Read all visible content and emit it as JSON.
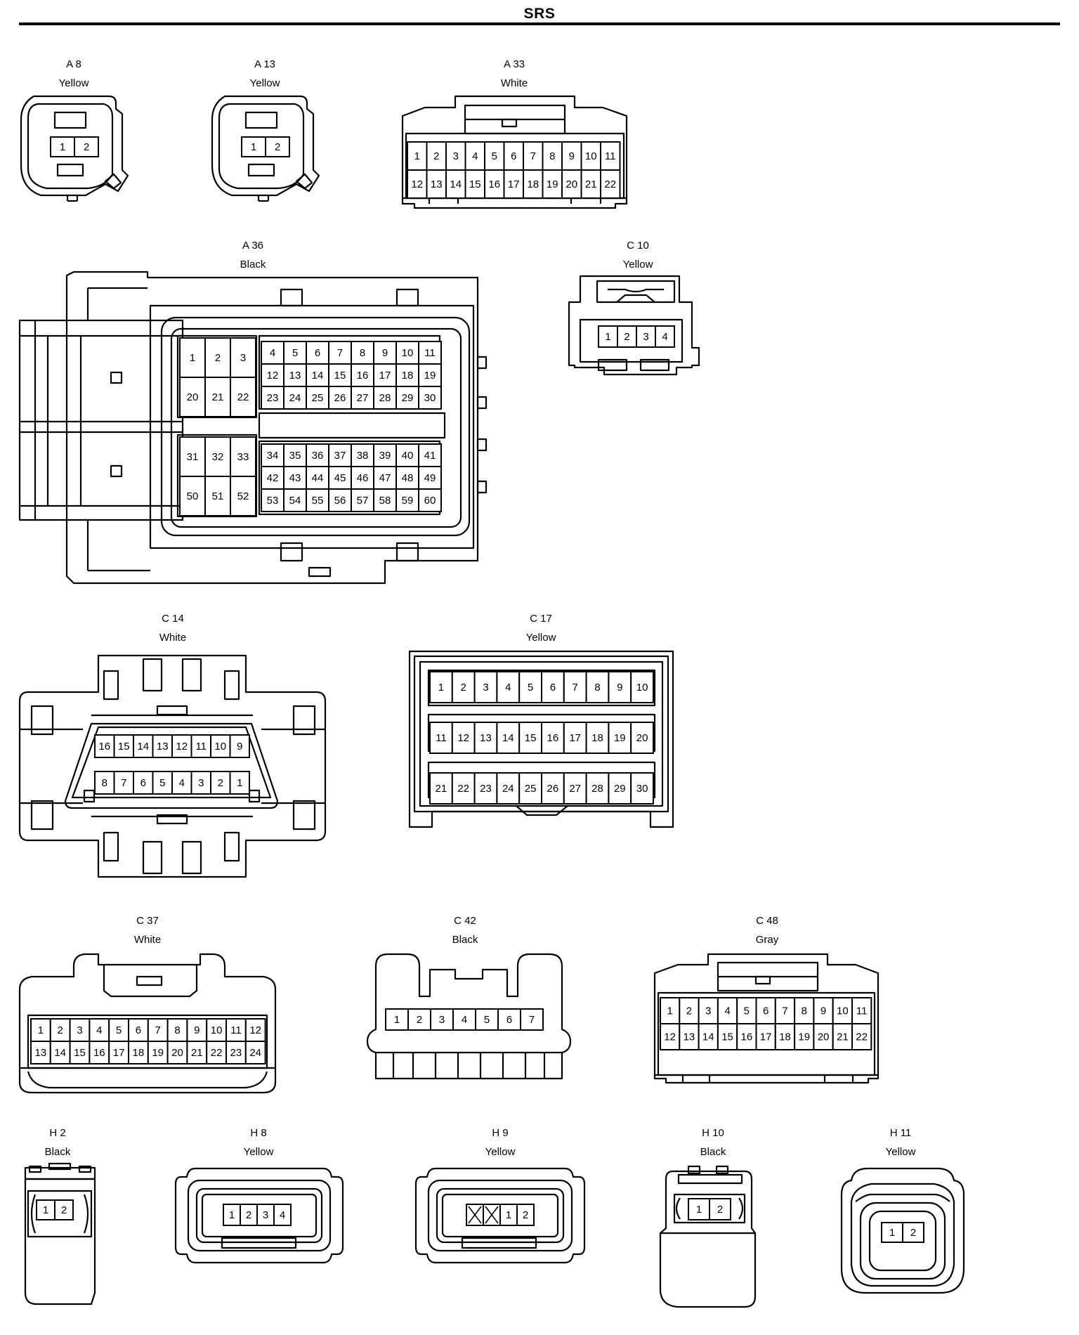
{
  "title": "SRS",
  "connectors": [
    {
      "id": "A8",
      "code": "A 8",
      "color": "Yellow",
      "pins": [
        [
          "1",
          "2"
        ]
      ]
    },
    {
      "id": "A13",
      "code": "A 13",
      "color": "Yellow",
      "pins": [
        [
          "1",
          "2"
        ]
      ]
    },
    {
      "id": "A33",
      "code": "A 33",
      "color": "White",
      "pins": [
        [
          "1",
          "2",
          "3",
          "4",
          "5",
          "6",
          "7",
          "8",
          "9",
          "10",
          "11"
        ],
        [
          "12",
          "13",
          "14",
          "15",
          "16",
          "17",
          "18",
          "19",
          "20",
          "21",
          "22"
        ]
      ]
    },
    {
      "id": "A36",
      "code": "A 36",
      "color": "Black",
      "pin_groups": [
        [
          [
            "1",
            "2",
            "3"
          ],
          [
            "20",
            "21",
            "22"
          ]
        ],
        [
          [
            "4",
            "5",
            "6",
            "7",
            "8",
            "9",
            "10",
            "11"
          ],
          [
            "12",
            "13",
            "14",
            "15",
            "16",
            "17",
            "18",
            "19"
          ],
          [
            "23",
            "24",
            "25",
            "26",
            "27",
            "28",
            "29",
            "30"
          ]
        ],
        [
          [
            "31",
            "32",
            "33"
          ],
          [
            "50",
            "51",
            "52"
          ]
        ],
        [
          [
            "34",
            "35",
            "36",
            "37",
            "38",
            "39",
            "40",
            "41"
          ],
          [
            "42",
            "43",
            "44",
            "45",
            "46",
            "47",
            "48",
            "49"
          ],
          [
            "53",
            "54",
            "55",
            "56",
            "57",
            "58",
            "59",
            "60"
          ]
        ]
      ]
    },
    {
      "id": "C10",
      "code": "C 10",
      "color": "Yellow",
      "pins": [
        [
          "1",
          "2",
          "3",
          "4"
        ]
      ]
    },
    {
      "id": "C14",
      "code": "C 14",
      "color": "White",
      "pins": [
        [
          "16",
          "15",
          "14",
          "13",
          "12",
          "11",
          "10",
          "9"
        ],
        [
          "8",
          "7",
          "6",
          "5",
          "4",
          "3",
          "2",
          "1"
        ]
      ]
    },
    {
      "id": "C17",
      "code": "C 17",
      "color": "Yellow",
      "pins": [
        [
          "1",
          "2",
          "3",
          "4",
          "5",
          "6",
          "7",
          "8",
          "9",
          "10"
        ],
        [
          "11",
          "12",
          "13",
          "14",
          "15",
          "16",
          "17",
          "18",
          "19",
          "20"
        ],
        [
          "21",
          "22",
          "23",
          "24",
          "25",
          "26",
          "27",
          "28",
          "29",
          "30"
        ]
      ]
    },
    {
      "id": "C37",
      "code": "C 37",
      "color": "White",
      "pins": [
        [
          "1",
          "2",
          "3",
          "4",
          "5",
          "6",
          "7",
          "8",
          "9",
          "10",
          "11",
          "12"
        ],
        [
          "13",
          "14",
          "15",
          "16",
          "17",
          "18",
          "19",
          "20",
          "21",
          "22",
          "23",
          "24"
        ]
      ]
    },
    {
      "id": "C42",
      "code": "C 42",
      "color": "Black",
      "pins": [
        [
          "1",
          "2",
          "3",
          "4",
          "5",
          "6",
          "7"
        ]
      ]
    },
    {
      "id": "C48",
      "code": "C 48",
      "color": "Gray",
      "pins": [
        [
          "1",
          "2",
          "3",
          "4",
          "5",
          "6",
          "7",
          "8",
          "9",
          "10",
          "11"
        ],
        [
          "12",
          "13",
          "14",
          "15",
          "16",
          "17",
          "18",
          "19",
          "20",
          "21",
          "22"
        ]
      ]
    },
    {
      "id": "H2",
      "code": "H 2",
      "color": "Black",
      "pins": [
        [
          "1",
          "2"
        ]
      ]
    },
    {
      "id": "H8",
      "code": "H 8",
      "color": "Yellow",
      "pins": [
        [
          "1",
          "2",
          "3",
          "4"
        ]
      ]
    },
    {
      "id": "H9",
      "code": "H 9",
      "color": "Yellow",
      "pins": [
        [
          "",
          "",
          "1",
          "2"
        ]
      ]
    },
    {
      "id": "H10",
      "code": "H 10",
      "color": "Black",
      "pins": [
        [
          "1",
          "2"
        ]
      ]
    },
    {
      "id": "H11",
      "code": "H 11",
      "color": "Yellow",
      "pins": [
        [
          "1",
          "2"
        ]
      ]
    }
  ]
}
